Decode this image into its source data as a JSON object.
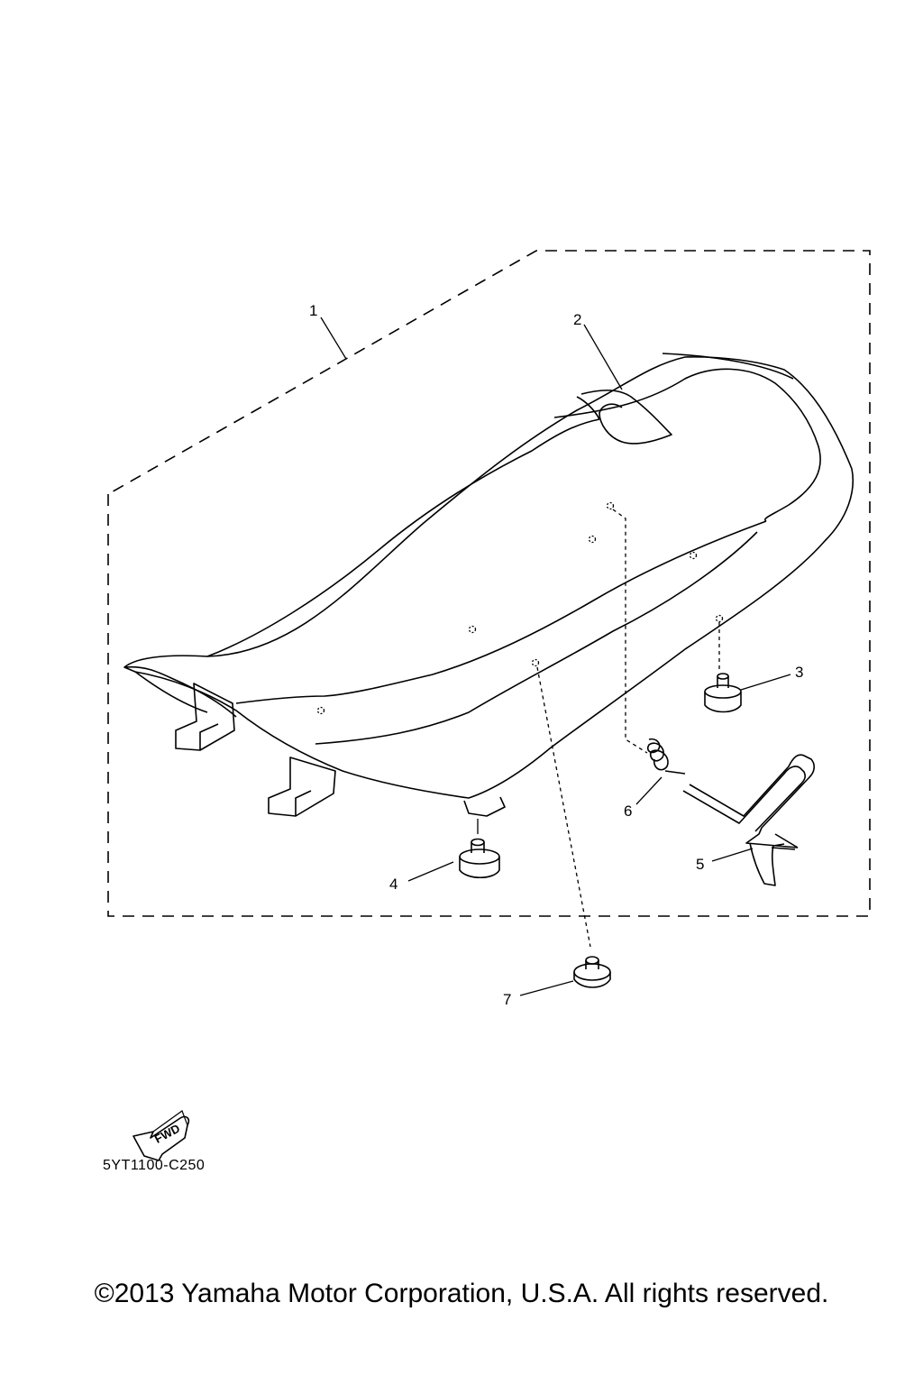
{
  "callouts": [
    {
      "id": "1",
      "label": "1"
    },
    {
      "id": "2",
      "label": "2"
    },
    {
      "id": "3",
      "label": "3"
    },
    {
      "id": "4",
      "label": "4"
    },
    {
      "id": "5",
      "label": "5"
    },
    {
      "id": "6",
      "label": "6"
    },
    {
      "id": "7",
      "label": "7"
    }
  ],
  "direction_marker": "FWD",
  "diagram_code": "5YT1100-C250",
  "copyright": "©2013 Yamaha Motor Corporation, U.S.A. All rights reserved."
}
